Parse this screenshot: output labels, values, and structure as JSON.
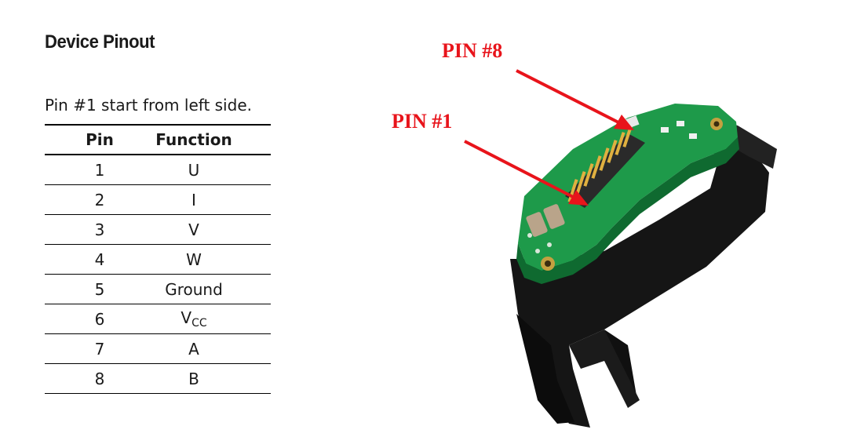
{
  "heading": "Device Pinout",
  "note": "Pin #1 start from left side.",
  "table": {
    "headers": [
      "Pin",
      "Function"
    ],
    "rows": [
      {
        "pin": "1",
        "function": "U"
      },
      {
        "pin": "2",
        "function": "I"
      },
      {
        "pin": "3",
        "function": "V"
      },
      {
        "pin": "4",
        "function": "W"
      },
      {
        "pin": "5",
        "function": "Ground"
      },
      {
        "pin": "6",
        "function": "V",
        "function_sub": "CC"
      },
      {
        "pin": "7",
        "function": "A"
      },
      {
        "pin": "8",
        "function": "B"
      }
    ]
  },
  "photo": {
    "label_pin8": "PIN #8",
    "label_pin1": "PIN #1",
    "arrow_color": "#e8141b",
    "board_color": "#1e9a4a",
    "housing_color": "#141414"
  }
}
